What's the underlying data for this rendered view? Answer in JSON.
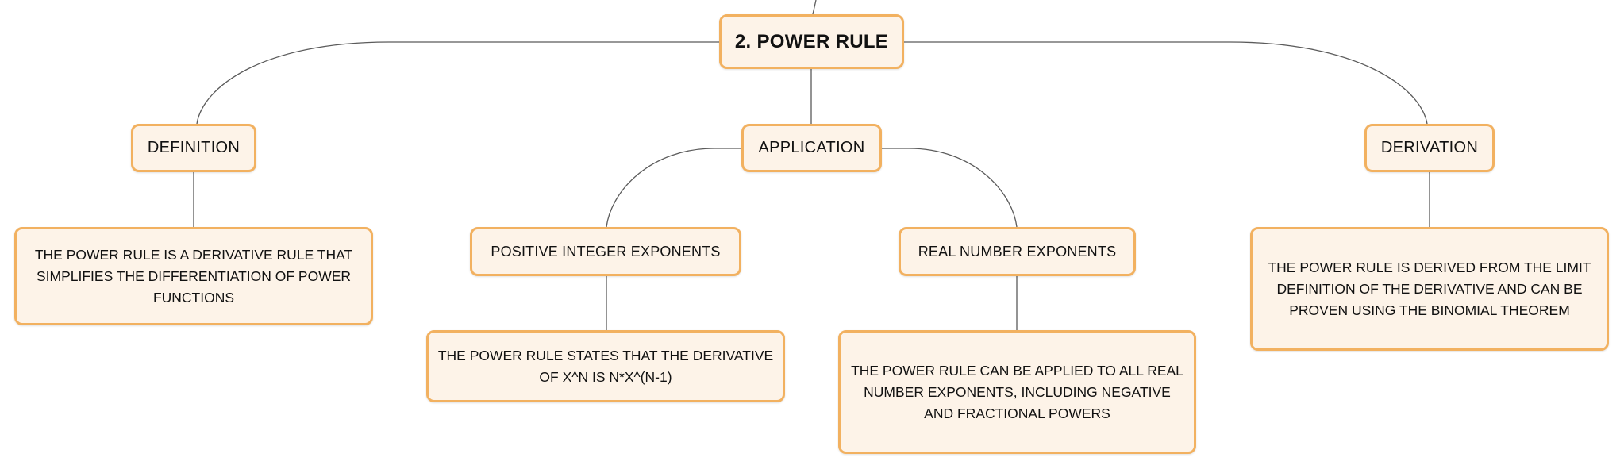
{
  "diagram": {
    "root": {
      "label": "2. POWER RULE"
    },
    "definition": {
      "label": "DEFINITION",
      "text": "THE POWER RULE IS A DERIVATIVE RULE THAT SIMPLIFIES THE DIFFERENTIATION OF POWER FUNCTIONS"
    },
    "application": {
      "label": "APPLICATION",
      "positive": {
        "label": "POSITIVE INTEGER EXPONENTS",
        "text": "THE POWER RULE STATES THAT THE DERIVATIVE OF X^N IS N*X^(N-1)"
      },
      "real": {
        "label": "REAL NUMBER EXPONENTS",
        "text": "THE POWER RULE CAN BE APPLIED TO ALL REAL NUMBER EXPONENTS, INCLUDING NEGATIVE AND FRACTIONAL POWERS"
      }
    },
    "derivation": {
      "label": "DERIVATION",
      "text": "THE POWER RULE IS DERIVED FROM THE LIMIT DEFINITION OF THE DERIVATIVE AND CAN BE PROVEN USING THE BINOMIAL THEOREM"
    },
    "colors": {
      "node_fill": "#fdf3e8",
      "node_border": "#f2b160",
      "connector": "#5b5b5b"
    }
  }
}
